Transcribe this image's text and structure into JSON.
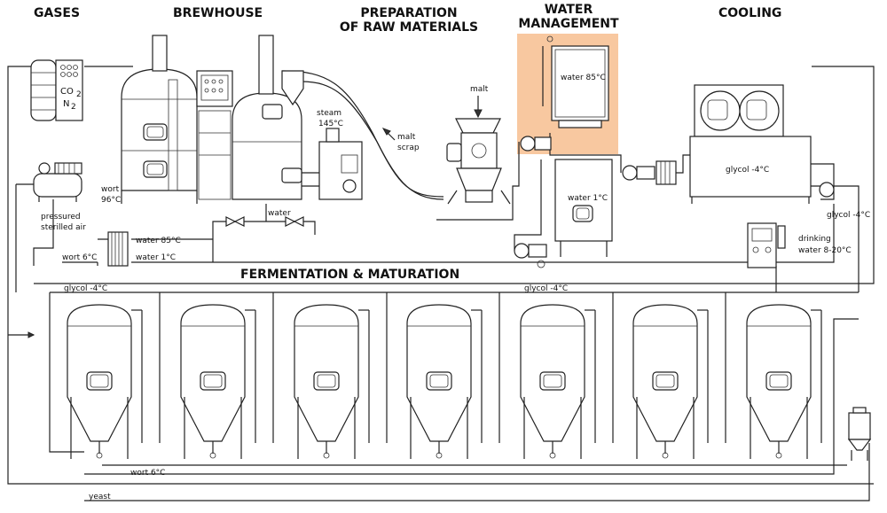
{
  "sections": {
    "gases": "GASES",
    "brewhouse": "BREWHOUSE",
    "preparation_line1": "PREPARATION",
    "preparation_line2": "OF RAW MATERIALS",
    "water_mgmt_line1": "WATER",
    "water_mgmt_line2": "MANAGEMENT",
    "cooling": "COOLING",
    "fermentation": "FERMENTATION & MATURATION"
  },
  "labels": {
    "co2": "CO",
    "co2_sub": "2",
    "n2": "N",
    "n2_sub": "2",
    "pressured_air_1": "pressured",
    "pressured_air_2": "sterilled air",
    "wort_96_1": "wort",
    "wort_96_2": "96°C",
    "water_85_hx": "water 85°C",
    "water_1_hx": "water 1°C",
    "wort_6_hx": "wort 6°C",
    "water_pipe": "water",
    "steam_1": "steam",
    "steam_2": "145°C",
    "malt_scrap_1": "malt",
    "malt_scrap_2": "scrap",
    "malt": "malt",
    "water_85_tank": "water 85°C",
    "water_1_tank": "water 1°C",
    "glycol_unit": "glycol -4°C",
    "glycol_right": "glycol -4°C",
    "drinking_1": "drinking",
    "drinking_2": "water 8-20°C",
    "glycol_left_ferm": "glycol -4°C",
    "glycol_mid_ferm": "glycol -4°C",
    "wort_6_bottom": "wort 6°C",
    "yeast": "yeast"
  },
  "colors": {
    "highlight": "#f8c8a0",
    "lines": "#222222"
  }
}
